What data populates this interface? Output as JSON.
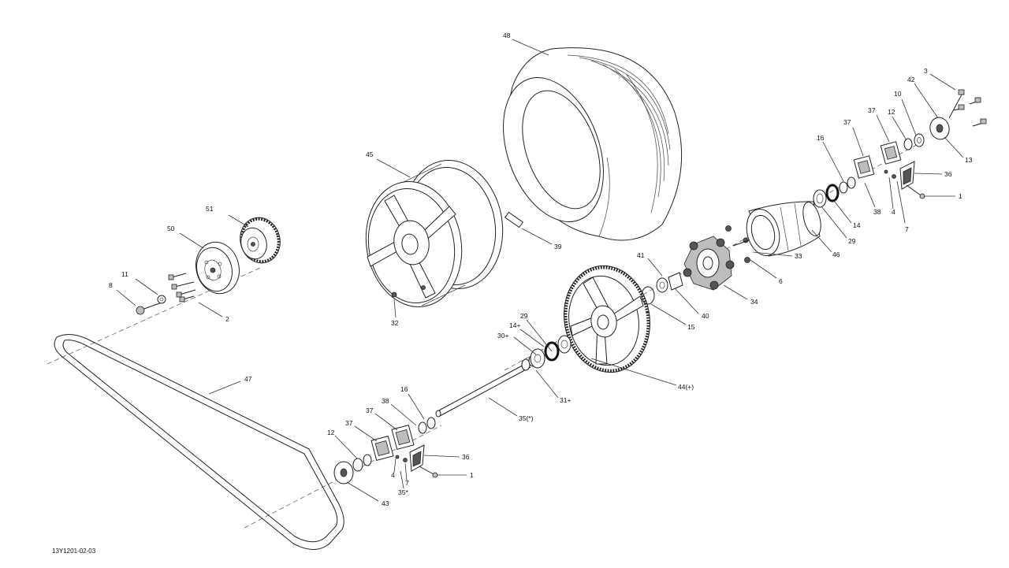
{
  "drawing_ref": "13Y1201-02-03",
  "callouts": {
    "c1a": "1",
    "c1b": "1",
    "c2": "2",
    "c3": "3",
    "c4a": "4",
    "c4b": "4",
    "c6": "6",
    "c7a": "7",
    "c7b": "7",
    "c8": "8",
    "c10": "10",
    "c11": "11",
    "c12a": "12",
    "c12b": "12",
    "c13": "13",
    "c14a": "14",
    "c14b": "14+",
    "c15": "15",
    "c16a": "16",
    "c16b": "16",
    "c29a": "29",
    "c29b": "29",
    "c30": "30+",
    "c31": "31+",
    "c32": "32",
    "c33": "33",
    "c34": "34",
    "c35a": "35(*)",
    "c35b": "35*",
    "c36a": "36",
    "c36b": "36",
    "c37a": "37",
    "c37b": "37",
    "c37c": "37",
    "c37d": "37",
    "c38a": "38",
    "c38b": "38",
    "c39": "39",
    "c40": "40",
    "c41": "41",
    "c42": "42",
    "c43": "43",
    "c44": "44(+)",
    "c45": "45",
    "c46": "46",
    "c47": "47",
    "c48": "48",
    "c50": "50",
    "c51": "51"
  }
}
